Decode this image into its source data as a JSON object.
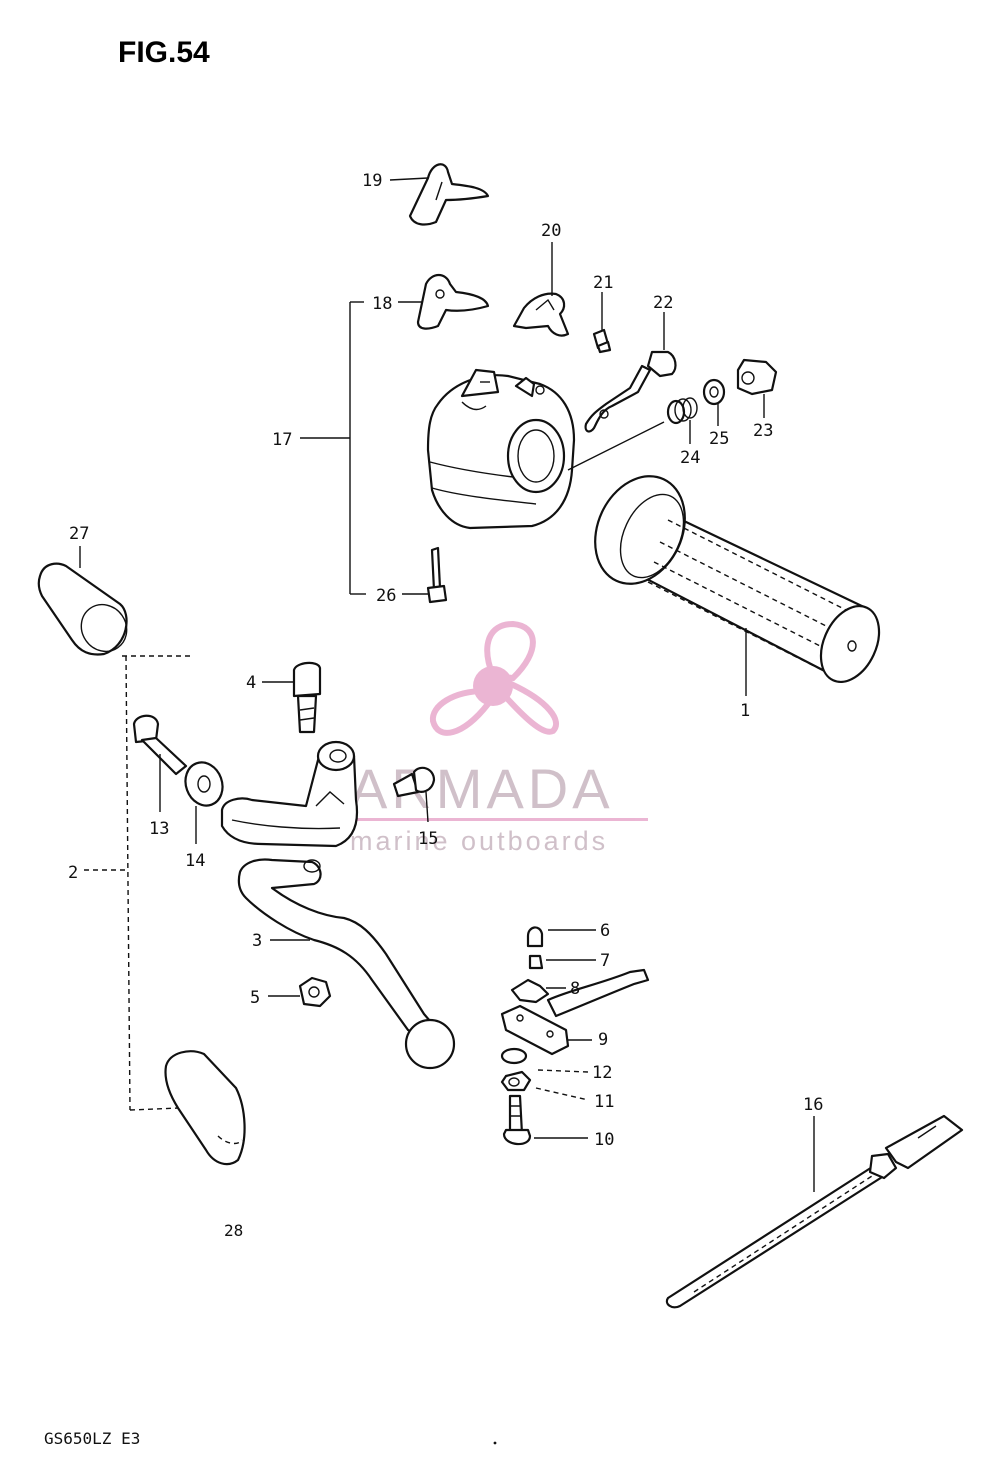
{
  "figure": {
    "title": "FIG.54",
    "model_code": "GS650LZ E3",
    "stray_mark": "28"
  },
  "callouts": [
    "1",
    "2",
    "3",
    "4",
    "5",
    "6",
    "7",
    "8",
    "9",
    "10",
    "11",
    "12",
    "13",
    "14",
    "15",
    "16",
    "17",
    "18",
    "19",
    "20",
    "21",
    "22",
    "23",
    "24",
    "25",
    "26",
    "27"
  ],
  "watermark": {
    "brand": "ARMADA",
    "tagline": "marine outboards",
    "color_primary": "#e8a9cc",
    "color_text": "#d9a0c0"
  }
}
